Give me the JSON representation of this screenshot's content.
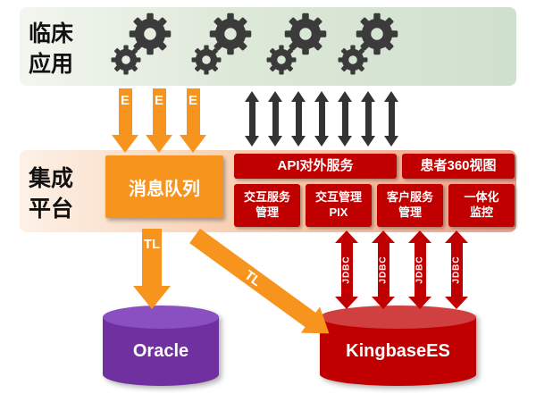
{
  "clinical": {
    "label": "临床应用"
  },
  "platform": {
    "label": "集成平台",
    "message_queue": "消息队列",
    "services_row1": [
      "API对外服务",
      "患者360视图"
    ],
    "services_row2": [
      [
        "交互服务",
        "管理"
      ],
      [
        "交互管理",
        "PIX"
      ],
      [
        "客户服务",
        "管理"
      ],
      [
        "一体化",
        "监控"
      ]
    ]
  },
  "arrows": {
    "e": [
      "E",
      "E",
      "E"
    ],
    "tl_vertical": "TL",
    "tl_diagonal": "TL",
    "jdbc": [
      "JDBC",
      "JDBC",
      "JDBC",
      "JDBC"
    ]
  },
  "databases": {
    "oracle": "Oracle",
    "kingbase": "KingbaseES"
  },
  "colors": {
    "orange": "#F7941D",
    "red": "#C00000",
    "purple": "#7030A0",
    "gear": "#3B3B3B",
    "arrow_dark": "#333333"
  }
}
